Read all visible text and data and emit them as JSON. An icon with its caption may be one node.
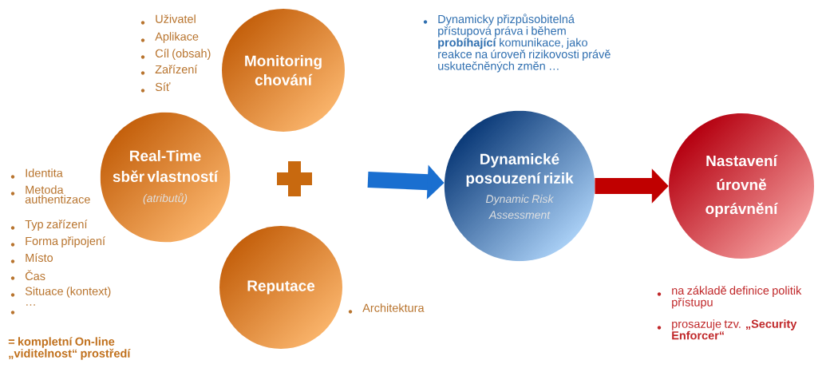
{
  "diagram": {
    "nodes": [
      {
        "text": [
          "Monitoring chování"
        ],
        "beside": [
          "Uživatel",
          "Aplikace",
          "Cíl (obsah)",
          "Zařízení",
          "Síť"
        ]
      },
      {
        "text": [
          "Real-Time sběr vlastností",
          "(atributů)"
        ],
        "beside": [
          "Identita",
          "Metoda authentizace",
          "Typ zařízení",
          "Forma připojení",
          "Místo",
          "Čas",
          "Situace (kontext)",
          "…"
        ]
      },
      {
        "text": [
          "Reputace"
        ]
      },
      {
        "text": [
          "Dynamické posouzení rizik",
          "Dynamic Risk Assessment"
        ]
      },
      {
        "text": [
          "Nastavení úrovně oprávnění"
        ],
        "beside": [
          "na základě definice politik přístupu",
          "prosazuje tzv. **„Security Enforcer“**"
        ]
      }
    ],
    "edges": [
      {
        "from": null,
        "to": 3,
        "arrow": "to",
        "color": "#1a6fd0"
      },
      {
        "from": 3,
        "to": 4,
        "arrow": "to",
        "color": "#c00000"
      }
    ],
    "labels": [
      "Dynamicky přizpůsobitelná přístupová práva i během **probíhající** komunikace, jako reakce na úroveň rizikovosti právě uskutečněných změn …",
      "Architektura",
      "= kompletní On-line „viditelnost“ prostředí"
    ]
  }
}
